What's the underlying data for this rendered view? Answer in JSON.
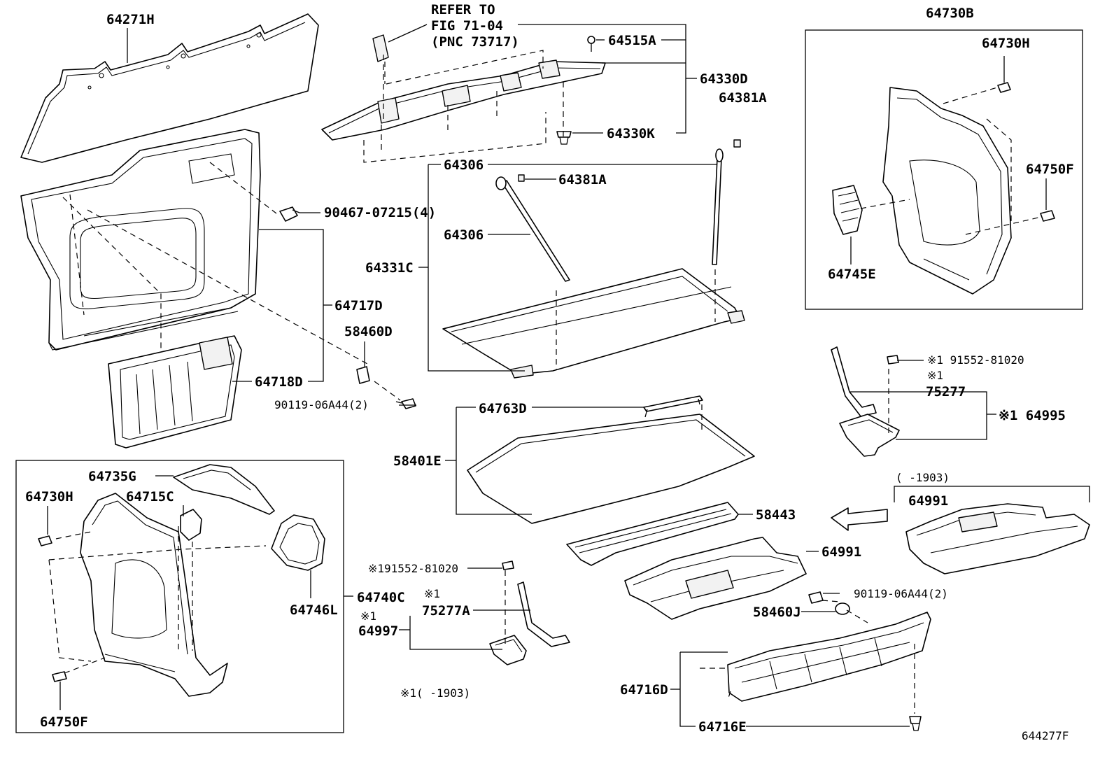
{
  "diagram": {
    "figure_code": "644277F",
    "labels": {
      "p64271H": "64271H",
      "refer_line1": "REFER TO",
      "refer_line2": "FIG 71-04",
      "refer_line3": "(PNC 73717)",
      "p64515A": "64515A",
      "p64330D": "64330D",
      "p64381A_top": "64381A",
      "p64330K": "64330K",
      "p64730B": "64730B",
      "p64730H_right": "64730H",
      "p64750F_right": "64750F",
      "p64745E": "64745E",
      "p90467": "90467-07215(4)",
      "p64306_top": "64306",
      "p64381A_mid": "64381A",
      "p64306_mid": "64306",
      "p64331C": "64331C",
      "p64717D": "64717D",
      "p58460D": "58460D",
      "p64718D": "64718D",
      "p90119_left": "90119-06A44(2)",
      "p91552_right": "※1 91552-81020",
      "p75277_mark": "※1",
      "p75277": "75277",
      "p64995": "※1 64995",
      "p64763D": "64763D",
      "p58401E": "58401E",
      "range_right": "(    -1903)",
      "p64991_right": "64991",
      "p64735G": "64735G",
      "p64715C": "64715C",
      "p64730H_left": "64730H",
      "p64746L": "64746L",
      "p64740C": "64740C",
      "p64750F_left": "64750F",
      "p58443": "58443",
      "p64991_mid": "64991",
      "p91552_left": "※191552-81020",
      "p75277A_mark": "※1",
      "p75277A": "75277A",
      "p64997_mark": "※1",
      "p64997": "64997",
      "p90119_right": "90119-06A44(2)",
      "p58460J": "58460J",
      "p64716D": "64716D",
      "p64716E": "64716E",
      "footnote": "※1(     -1903)"
    }
  }
}
